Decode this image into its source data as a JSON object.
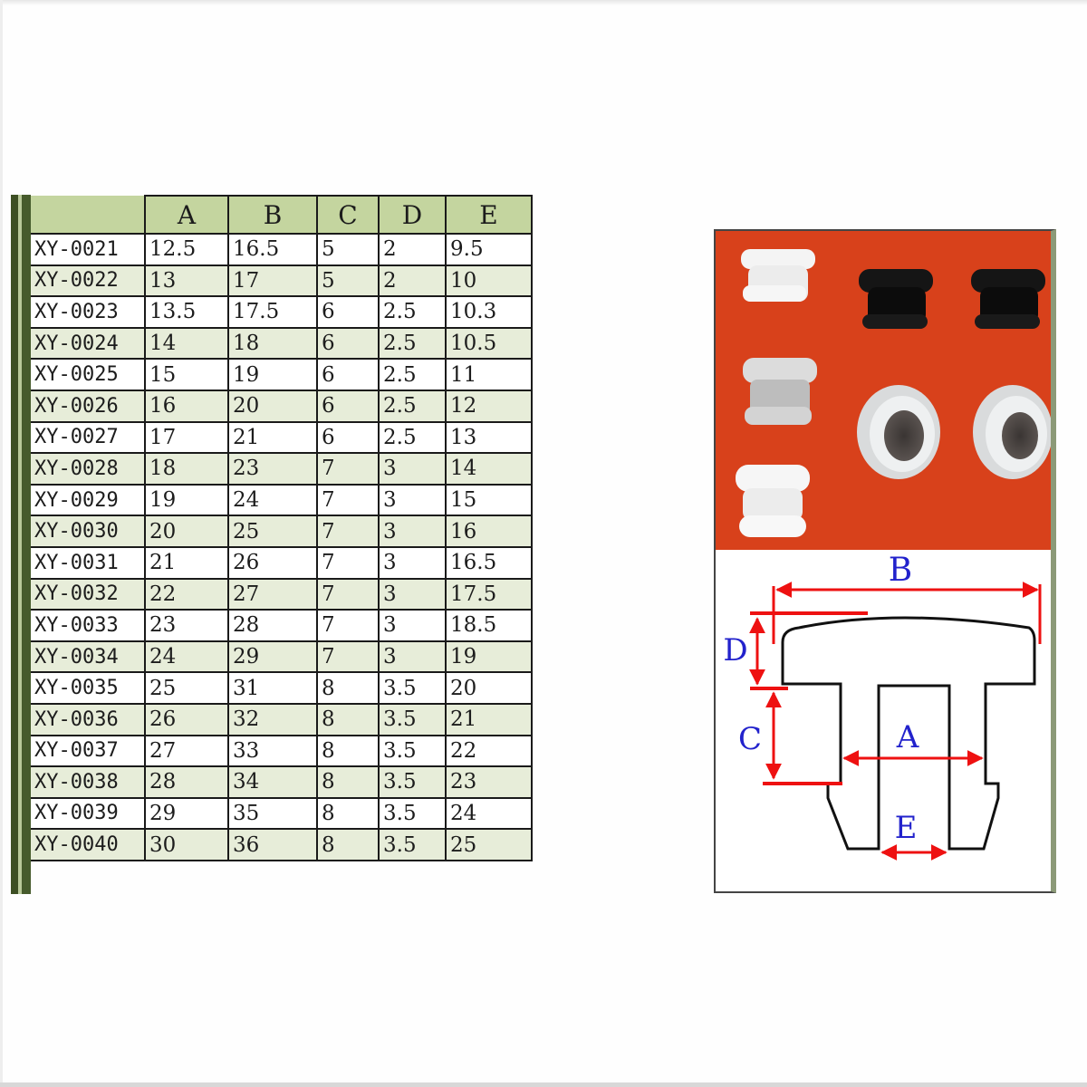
{
  "table": {
    "headers": [
      "",
      "A",
      "B",
      "C",
      "D",
      "E"
    ],
    "rows": [
      [
        "XY-0021",
        "12.5",
        "16.5",
        "5",
        "2",
        "9.5"
      ],
      [
        "XY-0022",
        "13",
        "17",
        "5",
        "2",
        "10"
      ],
      [
        "XY-0023",
        "13.5",
        "17.5",
        "6",
        "2.5",
        "10.3"
      ],
      [
        "XY-0024",
        "14",
        "18",
        "6",
        "2.5",
        "10.5"
      ],
      [
        "XY-0025",
        "15",
        "19",
        "6",
        "2.5",
        "11"
      ],
      [
        "XY-0026",
        "16",
        "20",
        "6",
        "2.5",
        "12"
      ],
      [
        "XY-0027",
        "17",
        "21",
        "6",
        "2.5",
        "13"
      ],
      [
        "XY-0028",
        "18",
        "23",
        "7",
        "3",
        "14"
      ],
      [
        "XY-0029",
        "19",
        "24",
        "7",
        "3",
        "15"
      ],
      [
        "XY-0030",
        "20",
        "25",
        "7",
        "3",
        "16"
      ],
      [
        "XY-0031",
        "21",
        "26",
        "7",
        "3",
        "16.5"
      ],
      [
        "XY-0032",
        "22",
        "27",
        "7",
        "3",
        "17.5"
      ],
      [
        "XY-0033",
        "23",
        "28",
        "7",
        "3",
        "18.5"
      ],
      [
        "XY-0034",
        "24",
        "29",
        "7",
        "3",
        "19"
      ],
      [
        "XY-0035",
        "25",
        "31",
        "8",
        "3.5",
        "20"
      ],
      [
        "XY-0036",
        "26",
        "32",
        "8",
        "3.5",
        "21"
      ],
      [
        "XY-0037",
        "27",
        "33",
        "8",
        "3.5",
        "22"
      ],
      [
        "XY-0038",
        "28",
        "34",
        "8",
        "3.5",
        "23"
      ],
      [
        "XY-0039",
        "29",
        "35",
        "8",
        "3.5",
        "24"
      ],
      [
        "XY-0040",
        "30",
        "36",
        "8",
        "3.5",
        "25"
      ]
    ]
  },
  "diagram": {
    "labels": {
      "A": "A",
      "B": "B",
      "C": "C",
      "D": "D",
      "E": "E"
    },
    "colors": {
      "dimension_line": "#ee1111",
      "label": "#2222cc",
      "outline": "#111111"
    }
  },
  "photo": {
    "background": "#d53d18",
    "items": [
      {
        "color": "white",
        "type": "plug"
      },
      {
        "color": "black",
        "type": "plug"
      },
      {
        "color": "black",
        "type": "plug"
      },
      {
        "color": "grey",
        "type": "plug"
      },
      {
        "color": "grey",
        "type": "grommet"
      },
      {
        "color": "grey",
        "type": "grommet"
      },
      {
        "color": "white",
        "type": "plug"
      }
    ]
  }
}
